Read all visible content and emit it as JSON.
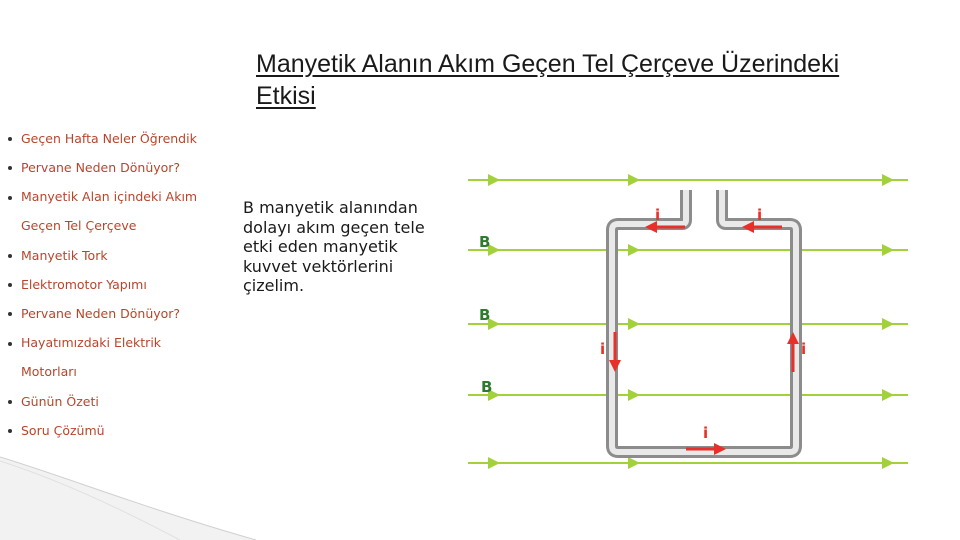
{
  "title": "Manyetik Alanın Akım Geçen Tel Çerçeve Üzerindeki Etkisi",
  "agenda": [
    "Geçen Hafta Neler Öğrendik",
    "Pervane Neden Dönüyor?",
    [
      "Manyetik Alan içindeki Akım",
      "Geçen Tel Çerçeve"
    ],
    "Manyetik Tork",
    "Elektromotor Yapımı",
    "Pervane Neden Dönüyor?",
    [
      "Hayatımızdaki Elektrik",
      "Motorları"
    ],
    "Günün Özeti",
    "Soru Çözümü"
  ],
  "description": "B manyetik alanından dolayı akım geçen tele etki eden manyetik kuvvet vektörlerini çizelim.",
  "diagram": {
    "field_label": "B",
    "current_label": "i",
    "colors": {
      "field": "#a3d13b",
      "wire": "#8f8f8f",
      "current": "#e8302a",
      "label_green": "#2f7a2f"
    }
  }
}
